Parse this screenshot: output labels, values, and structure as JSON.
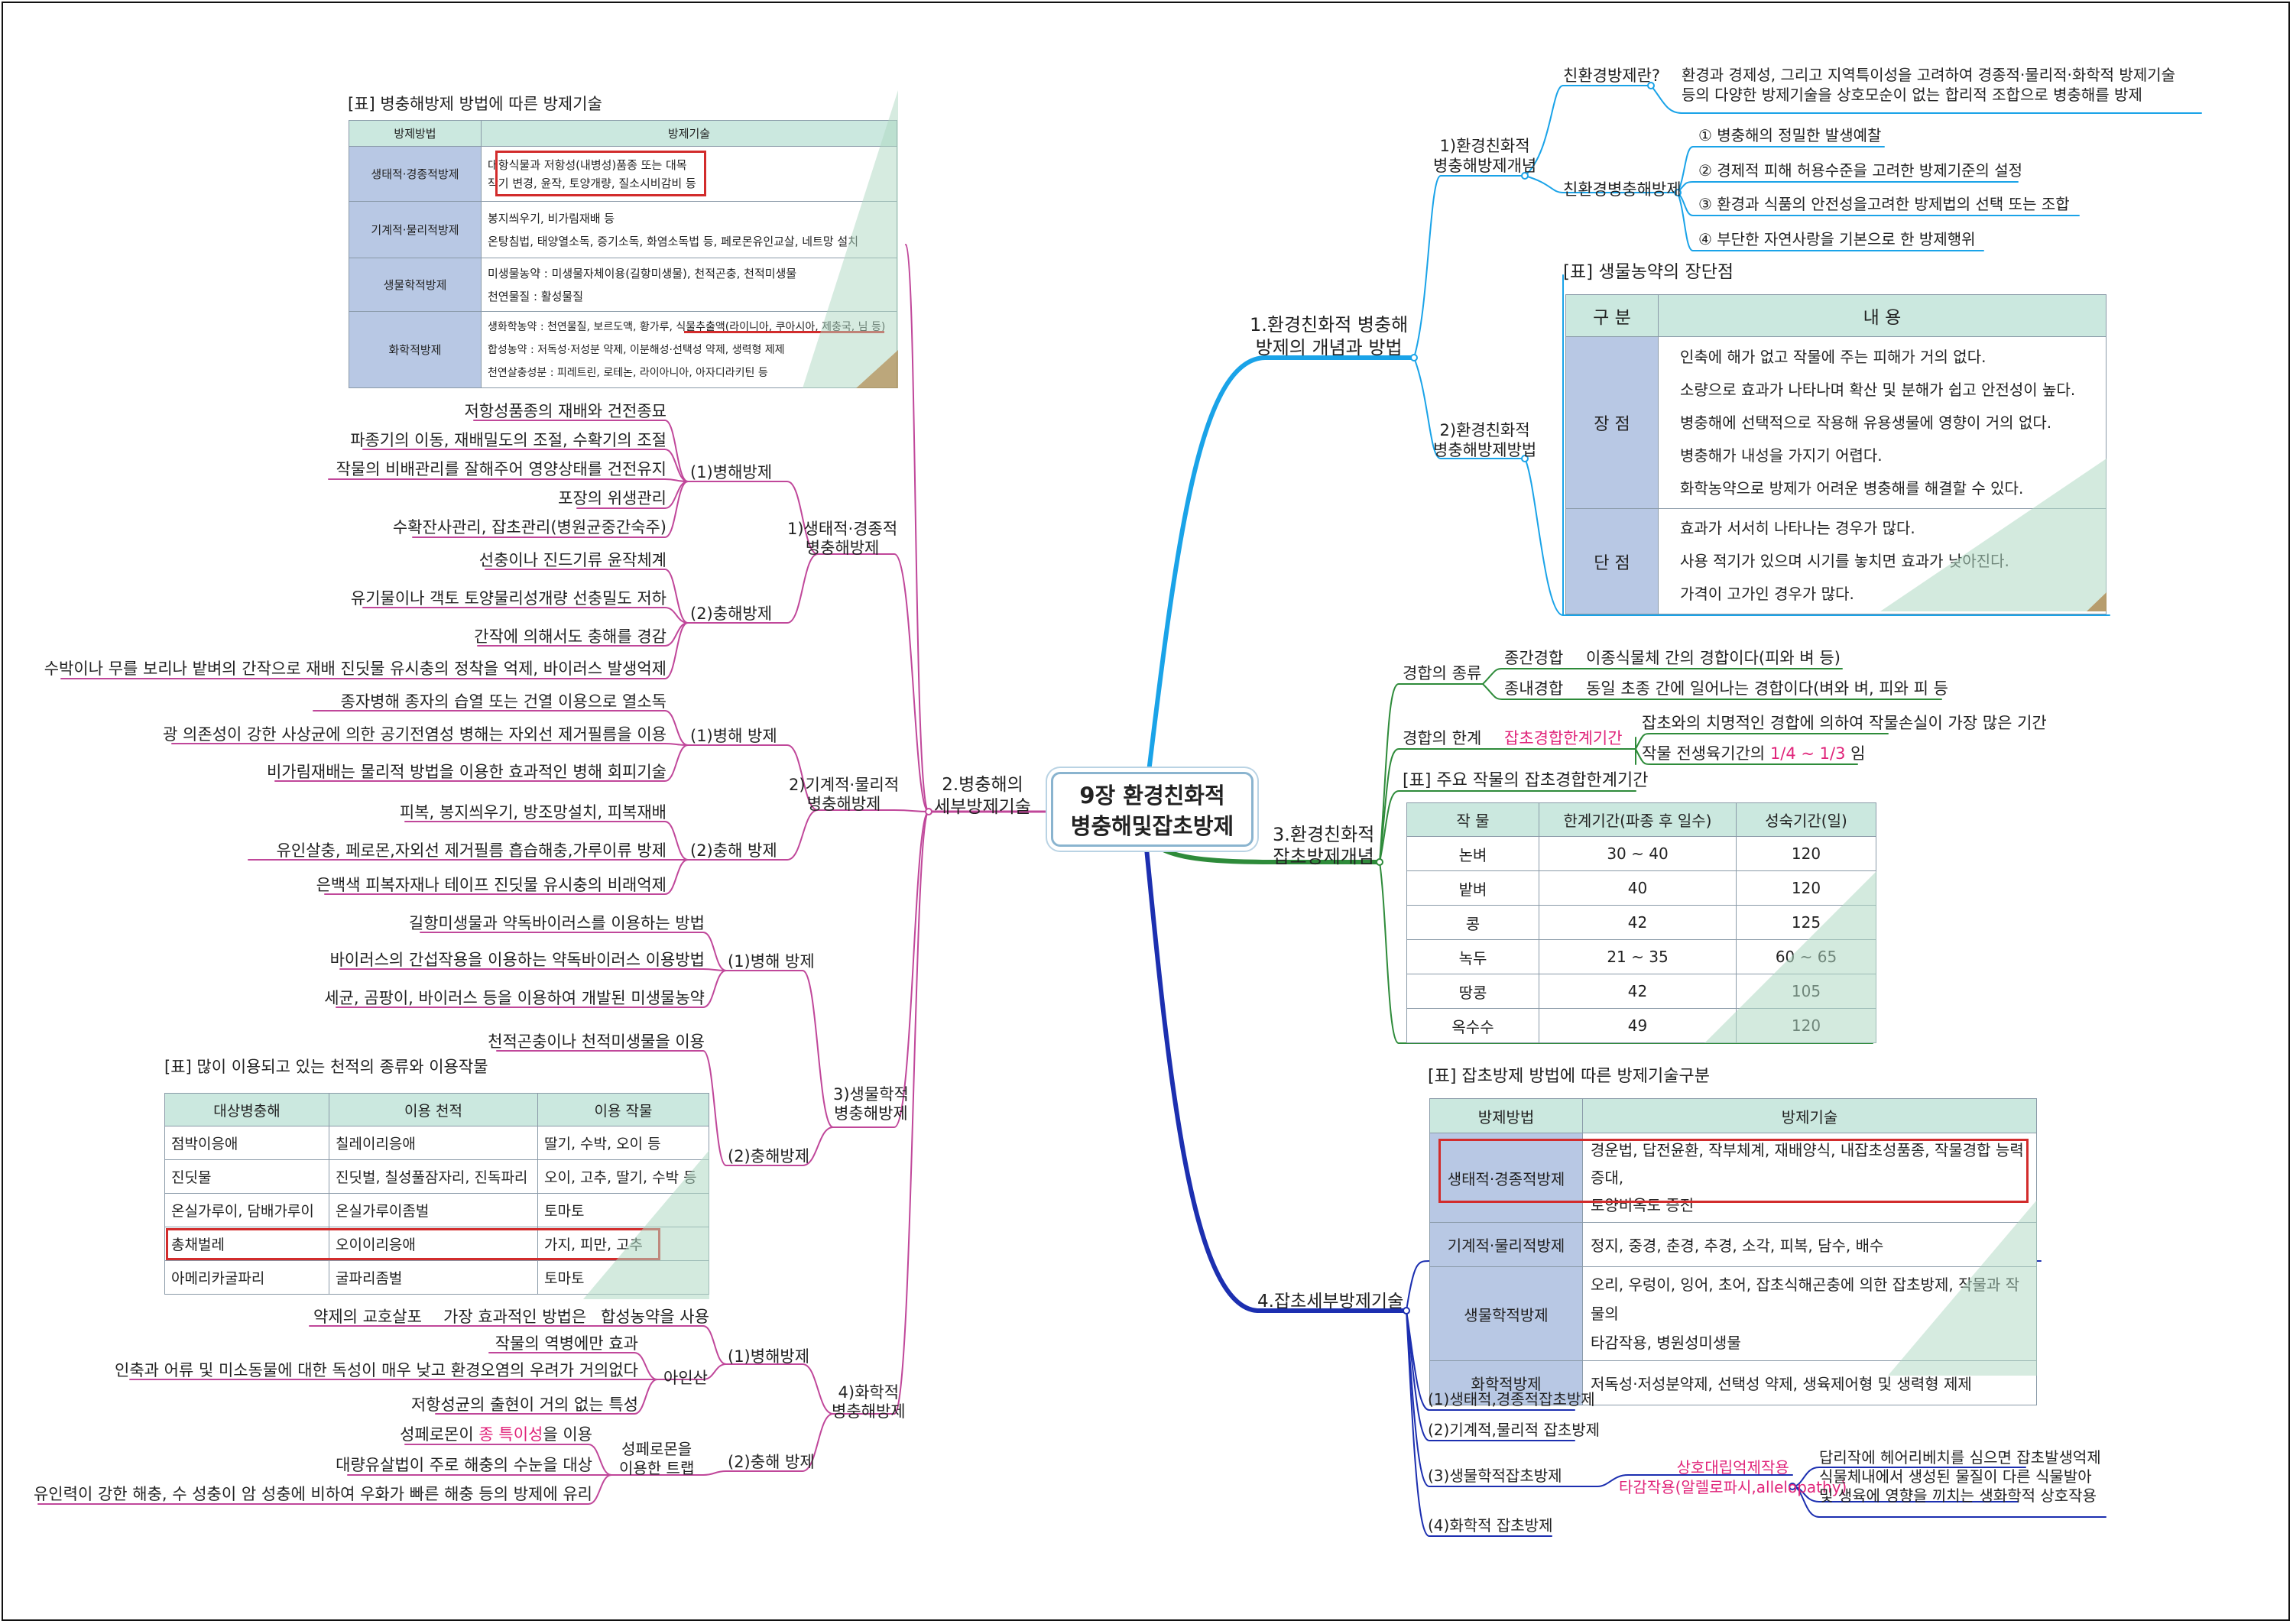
{
  "center_title": [
    "9장 환경친화적",
    "병충해및잡초방제"
  ],
  "branch1": {
    "title": [
      "1.환경친화적 병충해",
      "방제의 개념과 방법"
    ],
    "sub1": [
      "1)환경친화적",
      "병충해방제개념"
    ],
    "def_label": "친환경방제란?",
    "def_text": [
      "환경과 경제성, 그리고 지역특이성을 고려하여 경종적·물리적·화학적 방제기술",
      "등의 다양한 방제기술을 상호모순이 없는 합리적 조합으로 병충해를 방제"
    ],
    "mgmt_label": "친환경병충해방제",
    "mgmt_items": [
      "① 병충해의 정밀한 발생예찰",
      "② 경제적 피해 허용수준을 고려한 방제기준의 설정",
      "③ 환경과 식품의 안전성을고려한 방제법의 선택 또는 조합",
      "④ 부단한 자연사랑을 기본으로 한 방제행위"
    ],
    "sub2": [
      "2)환경친화적",
      "병충해방제방법"
    ],
    "table_title": "[표] 생물농약의 장단점",
    "table_head": [
      "구 분",
      "내 용"
    ],
    "pros_label": "장 점",
    "pros": [
      "인축에 해가 없고 작물에 주는 피해가 거의 없다.",
      "소량으로 효과가 나타나며 확산 및 분해가 쉽고 안전성이 높다.",
      "병충해에 선택적으로 작용해 유용생물에 영향이 거의 없다.",
      "병충해가 내성을 가지기 어렵다.",
      "화학농약으로 방제가 어려운 병충해를 해결할 수 있다."
    ],
    "cons_label": "단 점",
    "cons": [
      "효과가 서서히 나타나는 경우가 많다.",
      "사용 적기가 있으며 시기를 놓치면 효과가 낮아진다.",
      "가격이 고가인 경우가 많다."
    ]
  },
  "branch3": {
    "title": [
      "3.환경친화적",
      "잡초방제개념"
    ],
    "kind_label": "경합의 종류",
    "inter_label": "종간경합",
    "inter_text": "이종식물체 간의 경합이다(피와 벼 등)",
    "intra_label": "종내경합",
    "intra_text": "동일 초종 간에 일어나는 경합이다(벼와 벼, 피와 피 등",
    "limit_label": "경합의 한계",
    "limit_pink": "잡초경합한계기간",
    "limit_text1": "잡초와의 치명적인 경합에 의하여 작물손실이 가장 많은 기간",
    "limit_text2a": "작물 전생육기간의",
    "limit_text2b": "1/4 ~ 1/3",
    "limit_text2c": "임",
    "table_title": "[표] 주요 작물의 잡초경합한계기간",
    "table_head": [
      "작 물",
      "한계기간(파종 후 일수)",
      "성숙기간(일)"
    ],
    "table_rows": [
      [
        "논벼",
        "30 ~ 40",
        "120"
      ],
      [
        "밭벼",
        "40",
        "120"
      ],
      [
        "콩",
        "42",
        "125"
      ],
      [
        "녹두",
        "21 ~ 35",
        "60 ~ 65"
      ],
      [
        "땅콩",
        "42",
        "105"
      ],
      [
        "옥수수",
        "49",
        "120"
      ]
    ]
  },
  "branch4": {
    "title": "4.잡초세부방제기술",
    "table_title": "[표] 잡초방제 방법에 따른 방제기술구분",
    "table_head": [
      "방제방법",
      "방제기술"
    ],
    "table_rows": [
      [
        "생태적·경종적방제",
        "경운법, 답전윤환, 작부체계, 재배양식, 내잡초성품종, 작물경합 능력증대,",
        "토양비옥도 증진"
      ],
      [
        "기계적·물리적방제",
        "정지, 중경, 춘경, 추경, 소각, 피복, 담수, 배수",
        ""
      ],
      [
        "생물학적방제",
        "오리, 우렁이, 잉어, 초어, 잡초식해곤충에 의한 잡초방제, 작물과 작물의",
        "타감작용, 병원성미생물"
      ],
      [
        "화학적방제",
        "저독성·저성분약제, 선택성 약제, 생육제어형 및 생력형 제제",
        ""
      ]
    ],
    "items": [
      "(1)생태적,경종적잡초방제",
      "(2)기계적,물리적 잡초방제",
      "(3)생물학적잡초방제",
      "(4)화학적 잡초방제"
    ],
    "allelo_pink": [
      "상호대립억제작용",
      "타감작용(알렐로파시,allelopathy)"
    ],
    "allelo_text": [
      "답리작에 헤어리베치를 심으면 잡초발생억제",
      "식물체내에서 생성된 물질이 다른 식물발아",
      "및 생육에 영향을 끼치는 생화학적 상호작용"
    ]
  },
  "branch2": {
    "title": [
      "2.병충해의",
      "세부방제기술"
    ],
    "top_table_title": "[표] 병충해방제 방법에 따른 방제기술",
    "top_table_head": [
      "방제방법",
      "방제기술"
    ],
    "top_table_rows": [
      {
        "method": "생태적·경종적방제",
        "lines": [
          "대항식물과 저항성(내병성)품종 또는 대목",
          "작기 변경, 윤작, 토양개량, 질소시비감비 등"
        ]
      },
      {
        "method": "기계적·물리적방제",
        "lines": [
          "봉지씌우기, 비가림재배 등",
          "온탕침법, 태양열소독, 증기소독, 화염소독법 등, 페로몬유인교살, 네트망 설치"
        ]
      },
      {
        "method": "생물학적방제",
        "lines": [
          "미생물농약 : 미생물자체이용(길항미생물), 천적곤충, 천적미생물",
          "천연물질 : 활성물질"
        ]
      },
      {
        "method": "화학적방제",
        "lines": [
          "생화학농약 : 천연물질, 보르도액, 황가루, 식물추출액(라이니아, 쿠아시아, 제충국, 님 등)",
          "합성농약 : 저독성·저성분 약제, 이분해성·선택성 약제, 생력형 제제",
          "천연살충성분 : 피레트린, 로테논, 라이아니아, 아자디라키틴 등"
        ]
      }
    ],
    "s1": [
      "1)생태적·경종적",
      "병충해방제"
    ],
    "s1_d": "(1)병해방제",
    "s1_d_items": [
      "저항성품종의 재배와 건전종묘",
      "파종기의 이동, 재배밀도의 조절, 수확기의 조절",
      "작물의 비배관리를 잘해주어 영양상태를 건전유지",
      "포장의 위생관리",
      "수확잔사관리, 잡초관리(병원균중간숙주)"
    ],
    "s1_i": "(2)충해방제",
    "s1_i_items": [
      "선충이나 진드기류 윤작체계",
      "유기물이나 객토 토양물리성개량 선충밀도 저하",
      "간작에 의해서도 충해를 경감",
      "수박이나 무를 보리나 밭벼의 간작으로 재배 진딧물 유시충의 정착을 억제, 바이러스 발생억제"
    ],
    "s2": [
      "2)기계적·물리적",
      "병충해방제"
    ],
    "s2_d": "(1)병해 방제",
    "s2_d_items": [
      "종자병해 종자의 습열 또는 건열 이용으로 열소독",
      "광 의존성이 강한 사상균에 의한 공기전염성 병해는 자외선 제거필름을 이용",
      "비가림재배는 물리적 방법을 이용한 효과적인 병해 회피기술"
    ],
    "s2_i": "(2)충해 방제",
    "s2_i_items": [
      "피복, 봉지씌우기, 방조망설치, 피복재배",
      "유인살충, 페로몬,자외선 제거필름 흡습해충,가루이류 방제",
      "은백색 피복자재나 테이프 진딧물 유시충의 비래억제"
    ],
    "s3": [
      "3)생물학적",
      "병충해방제"
    ],
    "s3_d": "(1)병해 방제",
    "s3_d_items": [
      "길항미생물과 약독바이러스를 이용하는 방법",
      "바이러스의 간섭작용을 이용하는 약독바이러스 이용방법",
      "세균, 곰팡이, 바이러스 등을 이용하여 개발된 미생물농약"
    ],
    "s3_i": "(2)충해방제",
    "s3_i_top": "천적곤충이나 천적미생물을 이용",
    "enemy_title": "[표] 많이 이용되고 있는 천적의 종류와 이용작물",
    "enemy_head": [
      "대상병충해",
      "이용 천적",
      "이용 작물"
    ],
    "enemy_rows": [
      [
        "점박이응애",
        "칠레이리응애",
        "딸기, 수박, 오이 등"
      ],
      [
        "진딧물",
        "진딧벌, 칠성풀잠자리, 진독파리",
        "오이, 고추, 딸기, 수박 등"
      ],
      [
        "온실가루이, 담배가루이",
        "온실가루이좀벌",
        "토마토"
      ],
      [
        "총채벌레",
        "오이이리응애",
        "가지, 피만, 고추"
      ],
      [
        "아메리카굴파리",
        "굴파리좀벌",
        "토마토"
      ]
    ],
    "s4": [
      "4)화학적",
      "병충해방제"
    ],
    "s4_d": "(1)병해방제",
    "s4_d_a": "합성농약을 사용",
    "s4_d_a1": "가장 효과적인 방법은",
    "s4_d_a2": "약제의 교호살포",
    "s4_d_b": "아인산",
    "s4_d_b_items": [
      "작물의 역병에만 효과",
      "인축과 어류 및 미소동물에 대한 독성이 매우 낮고 환경오염의 우려가 거의없다",
      "저항성균의 출현이 거의 없는 특성"
    ],
    "s4_i": "(2)충해 방제",
    "s4_i_a": [
      "성페로몬을",
      "이용한 트랩"
    ],
    "s4_i_items_a": "성페로몬이",
    "s4_i_items_pink": "종 특이성",
    "s4_i_items_b": "을 이용",
    "s4_i_items": [
      "대량유살법이 주로 해충의 수눈을 대상",
      "유인력이 강한 해충, 수 성충이 암 성충에 비하여 우화가 빠른 해충 등의 방제에 유리"
    ]
  },
  "colors": {
    "blue": "#1aa3e8",
    "navy": "#1c2fb0",
    "green": "#2e8b3a",
    "magenta": "#c0479a",
    "table_head": "#cbe8df",
    "table_label": "#b8c8e4",
    "highlight": "#d22c2c"
  }
}
